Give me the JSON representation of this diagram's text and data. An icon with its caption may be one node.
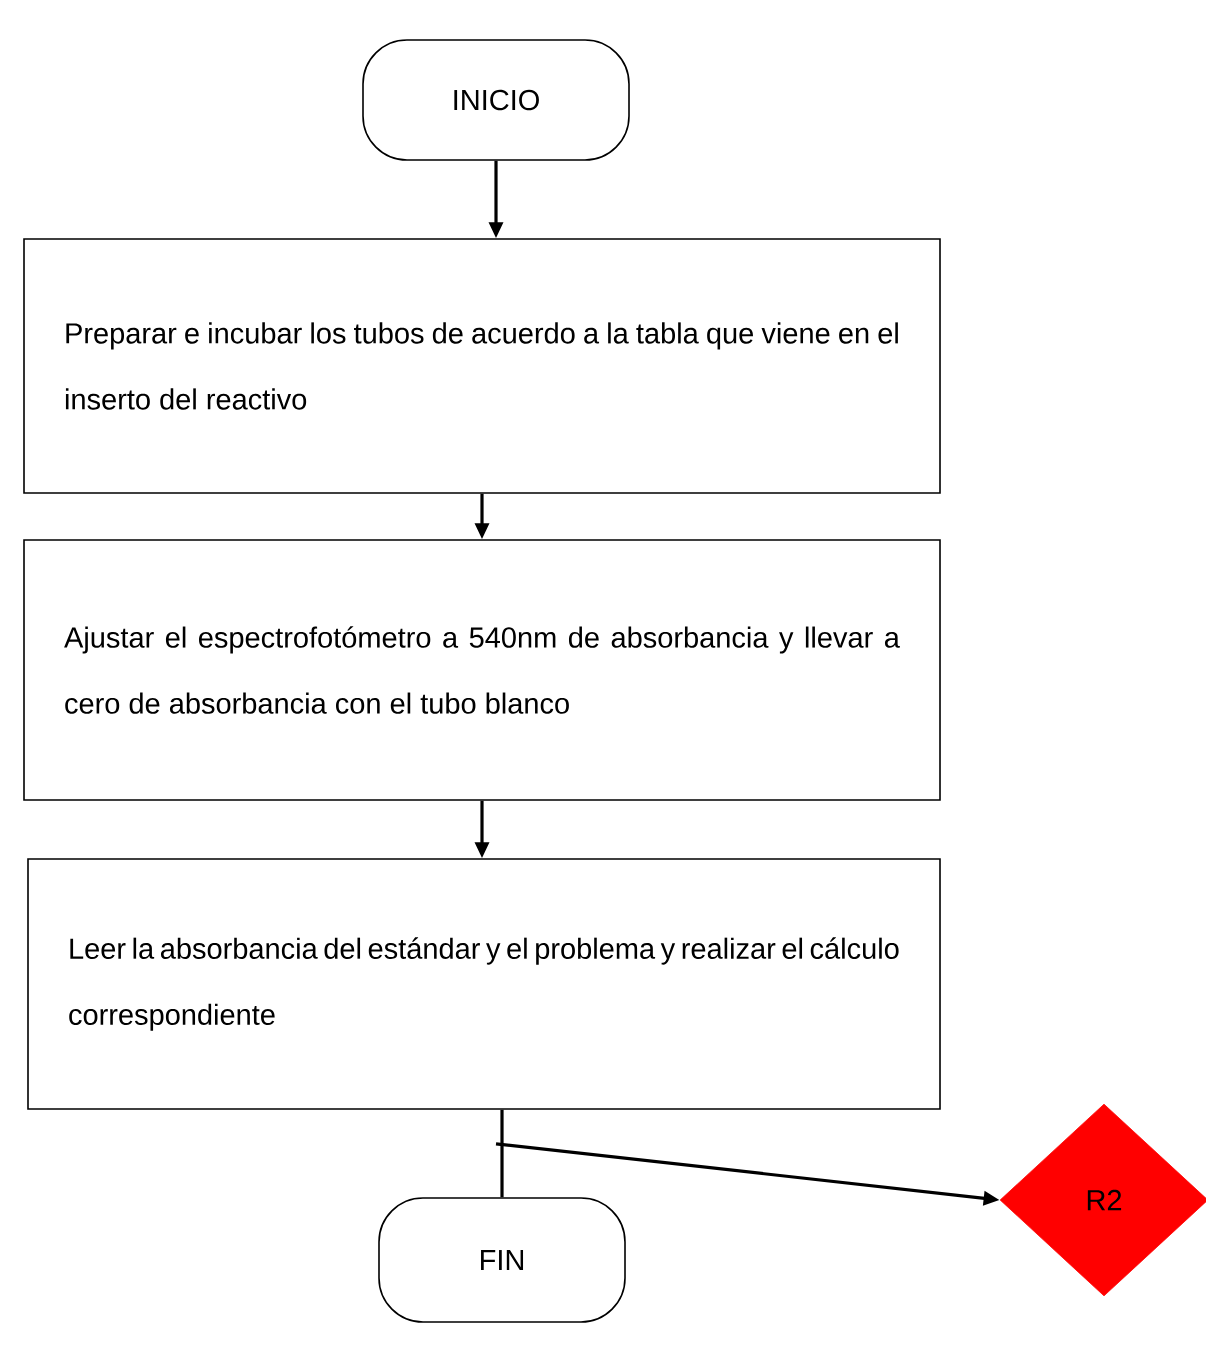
{
  "diagram": {
    "nodes": [
      {
        "text": [
          "INICIO"
        ]
      },
      {
        "text": [
          "Preparar e incubar los tubos de acuerdo a la tabla que viene en el inserto del reactivo"
        ]
      },
      {
        "text": [
          "Ajustar el espectrofotómetro a 540nm de absorbancia y llevar a cero de absorbancia con el tubo blanco"
        ]
      },
      {
        "text": [
          "Leer la absorbancia del estándar y el problema y realizar el cálculo correspondiente"
        ]
      },
      {
        "text": [
          "FIN"
        ]
      },
      {
        "text": [
          "R2"
        ]
      }
    ],
    "edges": [
      {
        "from": 0,
        "to": 1,
        "arrow": "to"
      },
      {
        "from": 1,
        "to": 2,
        "arrow": "to"
      },
      {
        "from": 2,
        "to": 3,
        "arrow": "to"
      },
      {
        "from": 3,
        "to": 4,
        "arrow": "none"
      },
      {
        "from": 3,
        "to": 5,
        "arrow": "to"
      }
    ]
  }
}
